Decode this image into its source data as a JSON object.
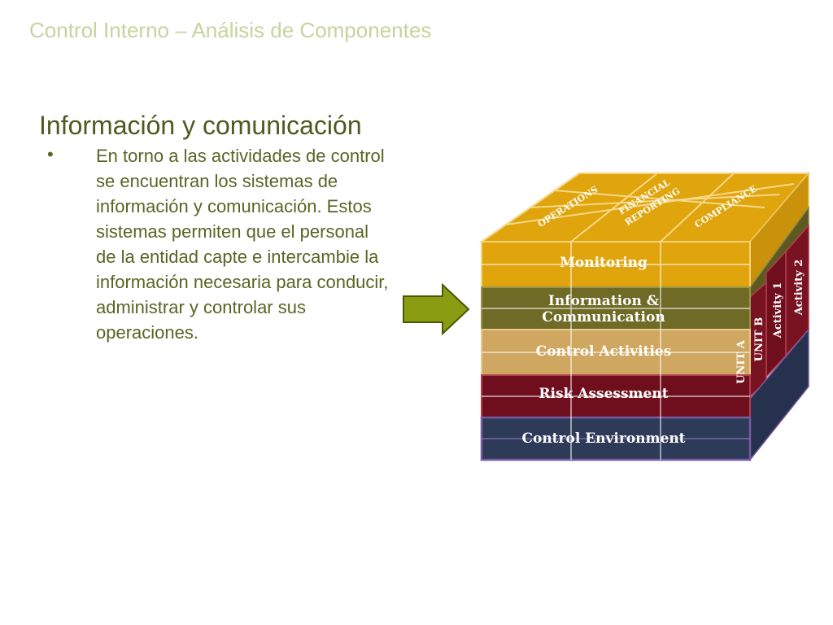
{
  "slide": {
    "title": "Control Interno – Análisis de Componentes",
    "heading": "Información y comunicación",
    "bullet_marker": "•",
    "bullet_text": "En torno a las actividades de control se encuentran los sistemas de información y comunicación. Estos sistemas permiten que el personal de la entidad capte e intercambie la información necesaria para conducir, administrar y controlar sus operaciones."
  },
  "cube": {
    "top_labels": {
      "operations": "OPERATIONS",
      "financial_reporting_line1": "FINANCIAL",
      "financial_reporting_line2": "REPORTING",
      "compliance": "COMPLIANCE"
    },
    "layers": {
      "monitoring": "Monitoring",
      "information_line1": "Information &",
      "information_line2": "Communication",
      "control_activities": "Control Activities",
      "risk_assessment": "Risk Assessment",
      "control_environment": "Control Environment"
    },
    "side_labels": {
      "unit_a": "UNIT A",
      "unit_b": "UNIT B",
      "activity_1": "Activity 1",
      "activity_2": "Activity 2"
    },
    "colors": {
      "monitoring": "#e0a40c",
      "information": "#6f6a25",
      "control_activities": "#cfa760",
      "risk_assessment": "#6f0e1c",
      "control_environment": "#2d3a58",
      "arrow": "#8a9d12"
    }
  }
}
